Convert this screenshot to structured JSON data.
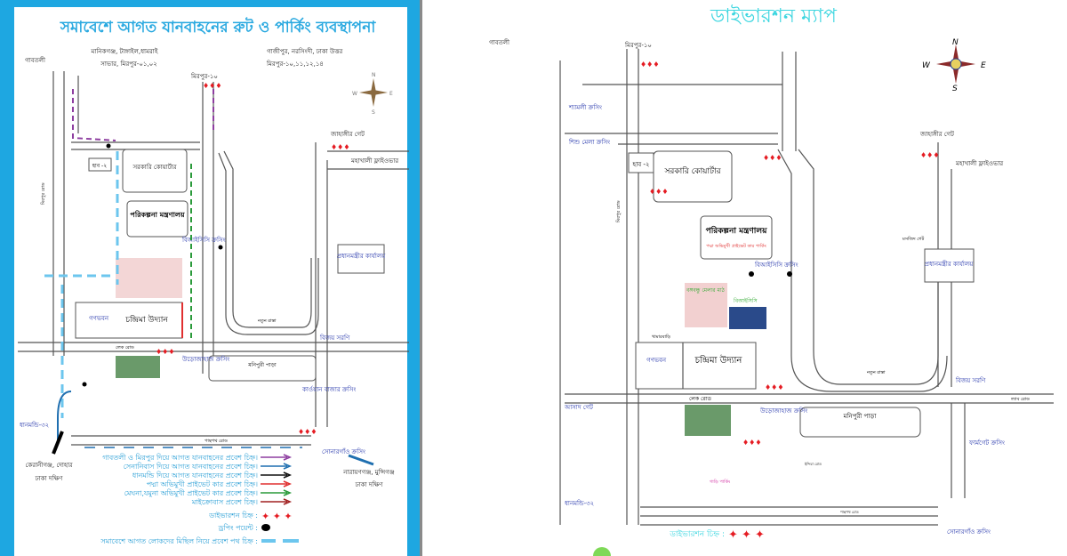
{
  "left_map": {
    "title": "সমাবেশে আগত যানবাহনের রুট ও পার্কিং ব্যবস্থাপনা",
    "origins": {
      "west_1": "মানিকগঞ্জ, টাঙ্গাইল,ধামরাই",
      "west_2": "সাভার, মিরপুর-০১,০২",
      "north_1": "গাজীপুর, নরসিংদী, ঢাকা উত্তর",
      "north_2": "মিরপুর-১০,১১,১২,১৪",
      "south_west_1": "কেরানীগঞ্জ, দোহার",
      "south_west_2": "ঢাকা দক্ষিণ",
      "south_east_1": "নারায়ণগঞ্জ, মুন্সিগঞ্জ",
      "south_east_2": "ঢাকা দক্ষিণ"
    },
    "places": {
      "gabtoli": "গাবতলী",
      "mirpur10": "মিরপুর-১০",
      "jahangir_gate": "জাহাঙ্গীর গেট",
      "mohakhali": "মহাখালী ফ্লাইওভার",
      "quarter": "সরকারি কোয়ার্টার",
      "hall2": "হাব -২",
      "planning": "পরিকল্পনা মন্ত্রণালয়",
      "bijoy": "বিজয় সরণি",
      "pm_office": "প্রধানমন্ত্রীর কার্যালয়",
      "gonobhaban": "গণভবন",
      "chandrima": "চন্দ্রিমা উদ্যান",
      "manipuri": "মনিপুরী পাড়া",
      "karwan": "কার্ওয়ান বাজার ক্রসিং",
      "sonargaon": "সোনারগাঁও ক্রসিং",
      "uroja": "উড়োজাহাজ ক্রসিং",
      "bicc": "বিআইসিসি ক্রসিং",
      "lake_road": "লেক রোড",
      "new_road": "নতুন রাস্তা",
      "panthapath": "পান্থপথ রোড",
      "dhanmondi": "ধানমন্ডি-৩২",
      "mirpur_road": "মিরপুর রোড"
    },
    "legend": [
      {
        "label": "গাবতলী ও মিরপুর দিয়ে আগত যানবাহনের প্রবেশ চিহ্ন।",
        "color": "#8e3ea0"
      },
      {
        "label": "সেনানিবাস দিয়ে আগত যানবাহনের প্রবেশ চিহ্ন।",
        "color": "#1f6fb0"
      },
      {
        "label": "ধানমন্ডি দিয়ে আগত যানবাহনের প্রবেশ চিহ্ন।",
        "color": "#111111"
      },
      {
        "label": "পদ্মা অভিমুখী প্রাইভেট কার প্রবেশ চিহ্ন।",
        "color": "#e03030"
      },
      {
        "label": "মেঘনা,যমুনা অভিমুখী প্রাইভেট কার প্রবেশ চিহ্ন।",
        "color": "#2a9a3a"
      },
      {
        "label": "মাইক্রোবাস প্রবেশ চিহ্ন।",
        "color": "#a02020"
      }
    ],
    "legend_diversion": "ডাইভারশন চিহ্ন :",
    "legend_dropping": "ড্রপিং পয়েন্ট :",
    "legend_procession": "সমাবেশে আগত লোকদের মিছিল নিয়ে প্রবেশ পথ চিহ্ন :"
  },
  "right_map": {
    "title": "ডাইভারশন ম্যাপ",
    "places": {
      "gabtoli": "গাবতলী",
      "mirpur10": "মিরপুর-১০",
      "shyamoli": "শ্যামলী ক্রসিং",
      "shishumela": "শিশু মেলা ক্রসিং",
      "jahangir_gate": "জাহাঙ্গীর গেট",
      "mohakhali": "মহাখালী ফ্লাইওভার",
      "hall2": "হাব -২",
      "quarter": "সরকারি কোয়ার্টার",
      "planning": "পরিকল্পনা মন্ত্রণালয়",
      "planning_sub": "পদ্মা অভিমুখী প্রাইভেট কার পার্কিং",
      "bicc": "বিআইসিসি ক্রসিং",
      "bangabandhu": "বঙ্গবন্ধু মেলার মাঠ",
      "bicc_bldg": "বিআইসিসি",
      "pm_office": "প্রধানমন্ত্রীর কার্যালয়",
      "masjid_gate": "মসজিদ গেট",
      "gonobhaban": "গণভবন",
      "chandrima": "চন্দ্রিমা উদ্যান",
      "new_road": "নতুন রাস্তা",
      "bijoy": "বিজয় সরণি",
      "lake_road": "লেক রোড",
      "lab_road": "ল্যাব রোড",
      "uroja": "উড়োজাহাজ ক্রসিং",
      "manipuri": "মনিপুরী পাড়া",
      "asad_gate": "আসাদ গেট",
      "farmgate": "ফার্মগেট ক্রসিং",
      "khamarbari": "খামারবাড়ি",
      "indira": "ইন্দিরা রোড",
      "panthapath": "পান্থপথ রোড",
      "dhanmondi": "ধানমন্ডি-৩২",
      "sonargaon": "সোনারগাঁও ক্রসিং",
      "mirpur_road": "মিরপুর রোড",
      "parking": "গাড়ি পার্কিং"
    },
    "legend_diversion": "ডাইভারশন চিহ্ন :"
  },
  "colors": {
    "frame": "#1ea7e1",
    "title_left": "#2aa9e0",
    "title_right": "#3dd6e0",
    "diversion": "#e51c23"
  }
}
